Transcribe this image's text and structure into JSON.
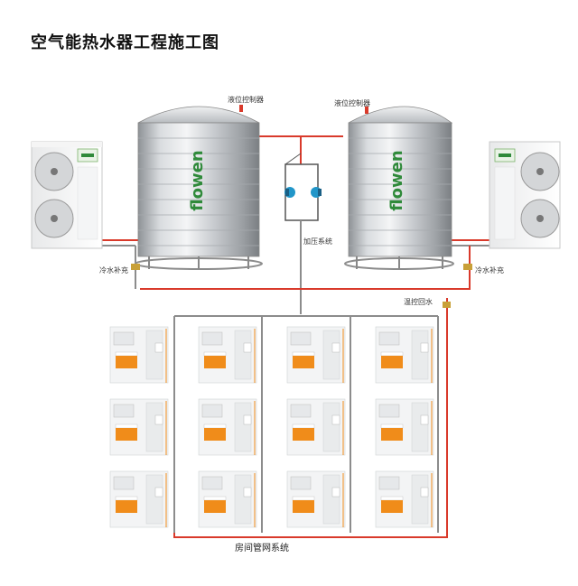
{
  "title": "空气能热水器工程施工图",
  "labels": {
    "level_controller_left": "液位控制器",
    "level_controller_right": "液位控制器",
    "cold_water_left": "冷水补充",
    "cold_water_right": "冷水补充",
    "pressure_system": "加压系统",
    "temp_return": "温控回水",
    "room_pipe_network": "房间管网系统"
  },
  "tank_brand": "flowen",
  "colors": {
    "hot_pipe": "#d93a2b",
    "cold_pipe": "#8c8c8c",
    "accent_green": "#2f8a3a",
    "cabinet_orange": "#f08c1a"
  },
  "bathrooms": {
    "rows": 3,
    "cols": 4
  }
}
